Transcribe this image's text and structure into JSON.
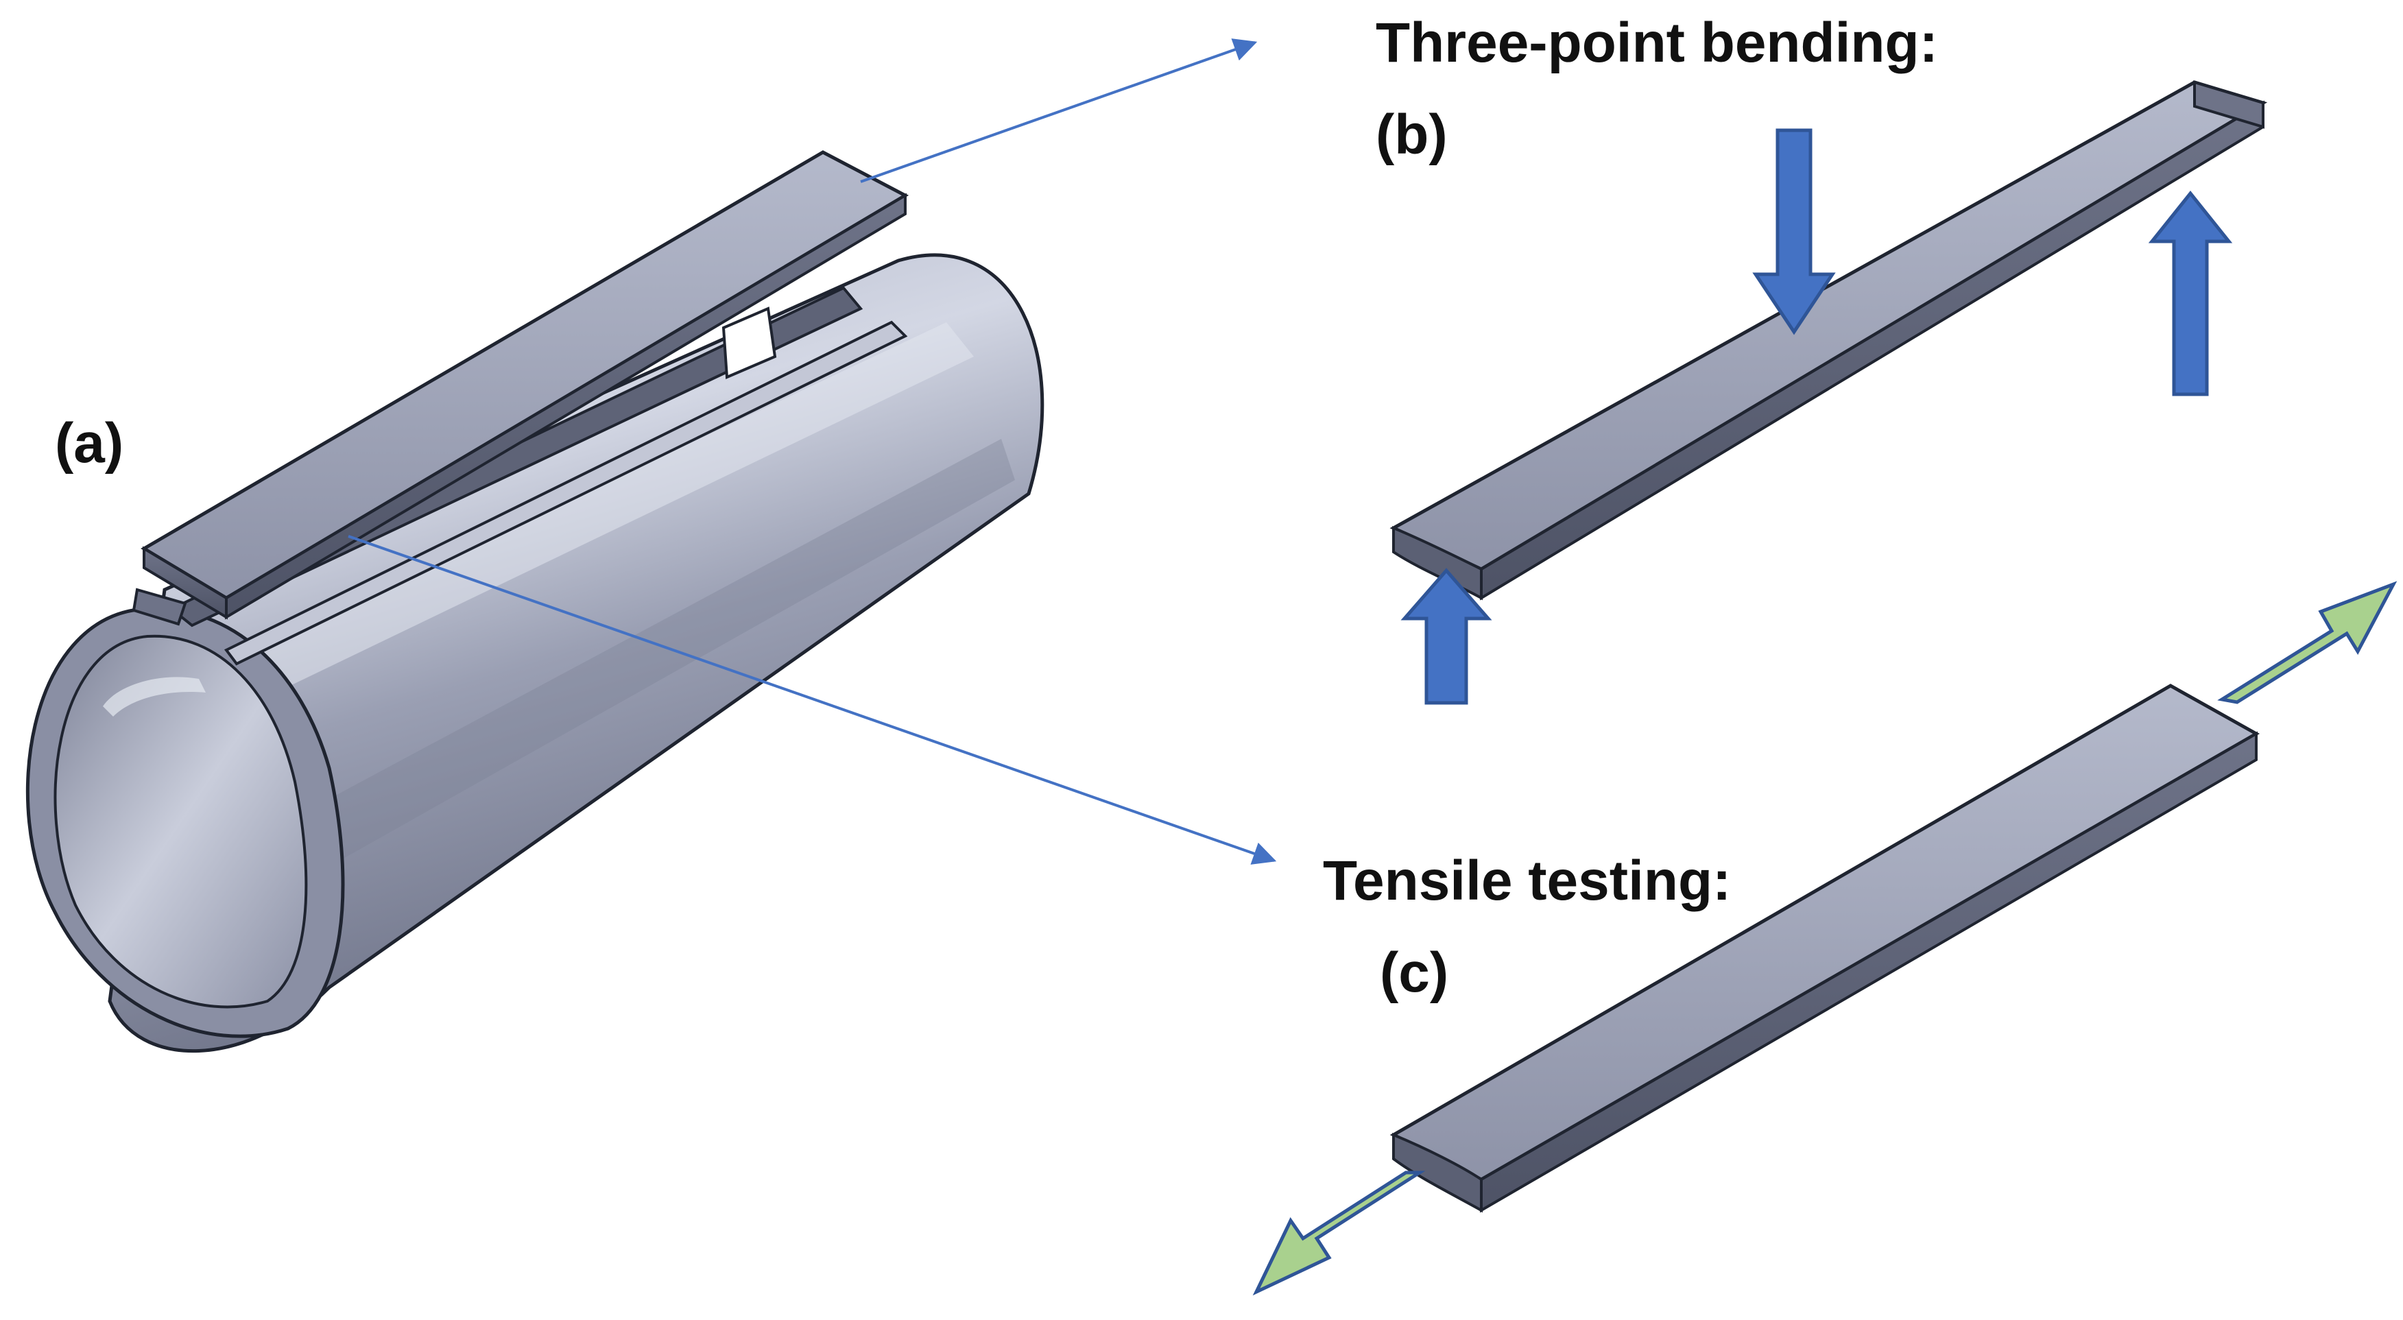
{
  "labels": {
    "panel_a": "(a)",
    "panel_b_title": "Three-point bending:",
    "panel_b": "(b)",
    "panel_c_title": "Tensile testing:",
    "panel_c": "(c)"
  },
  "colors": {
    "metal_light": "#d6dbe8",
    "metal_mid": "#9ea4b8",
    "metal_dark": "#6d7287",
    "outline": "#1f2430",
    "leader_line": "#4472c4",
    "load_arrow_fill": "#4472c4",
    "load_arrow_stroke": "#2f5597",
    "tension_arrow_fill": "#a9d18e",
    "tension_arrow_stroke": "#2f5597"
  },
  "icons": {
    "load_arrows": "blue block arrows (one downward at center, two upward at supports)",
    "tension_arrows": "green block arrows pointing outward along strip axis"
  }
}
